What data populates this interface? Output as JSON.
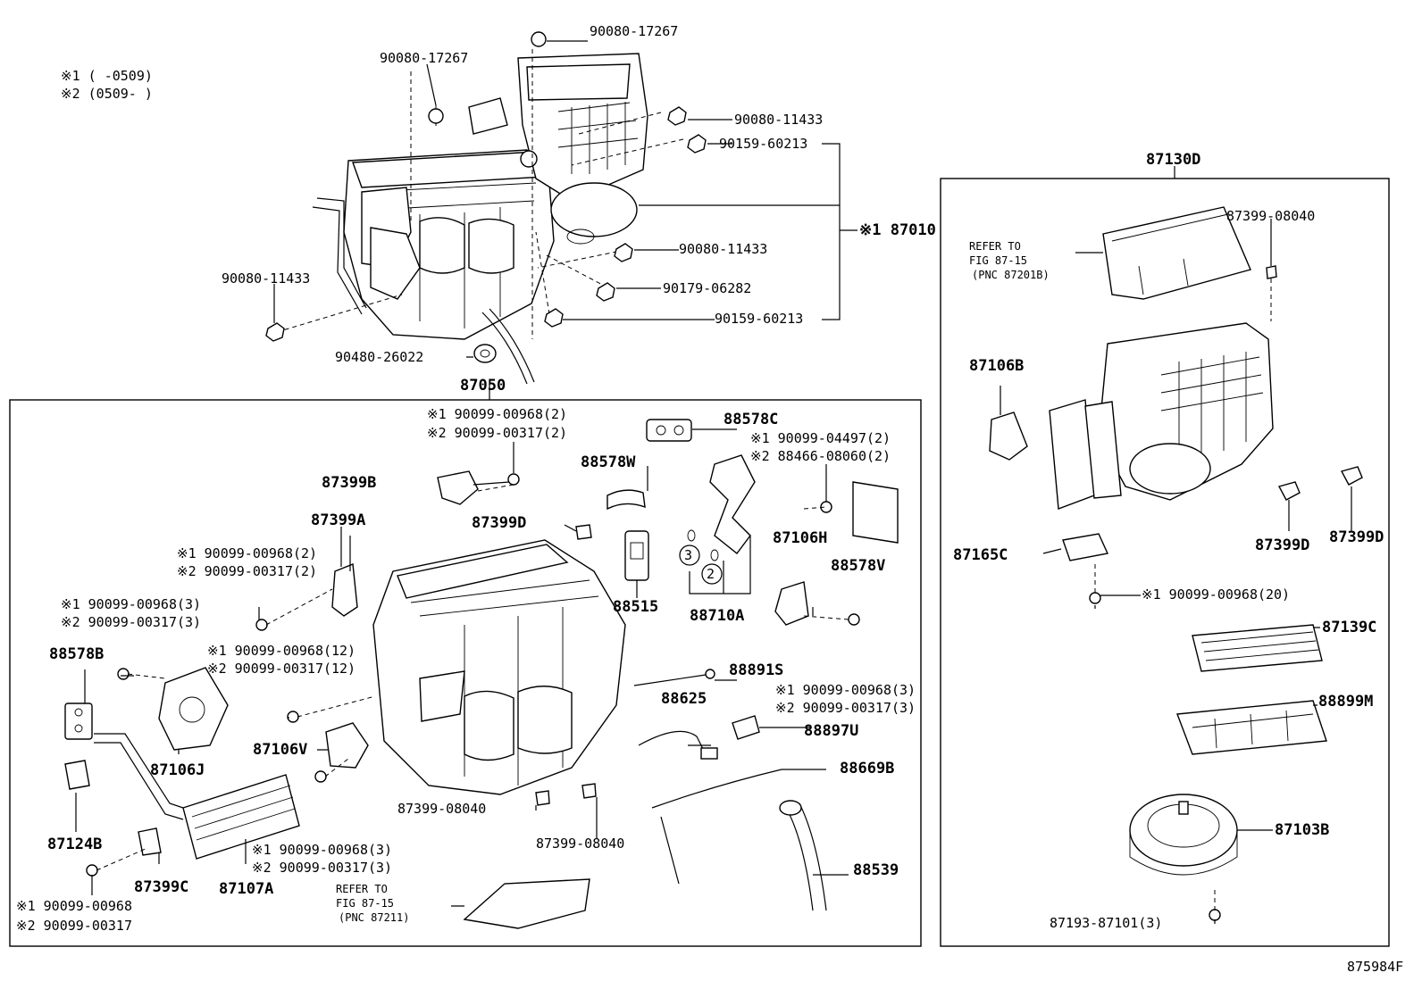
{
  "notes": {
    "note1": "※1 (     -0509)",
    "note2": "※2 (0509-      )"
  },
  "figure_code": "875984F",
  "labels": {
    "top_screw_a": "90080-17267",
    "top_screw_b": "90080-17267",
    "top_screw_c": "90080-11433",
    "top_screw_d": "90159-60213",
    "assembly": "※1 87010",
    "top_screw_e": "90080-11433",
    "top_screw_f": "90179-06282",
    "top_screw_g": "90159-60213",
    "left_screw": "90080-11433",
    "grommet": "90480-26022",
    "case_unit": "87050",
    "blower_unit": "87130D",
    "c_screw_1a": "※1 90099-00968(2)",
    "c_screw_1b": "※2 90099-00317(2)",
    "p_88578C": "88578C",
    "c_screw_2a": "※1 90099-04497(2)",
    "c_screw_2b": "※2 88466-08060(2)",
    "p_87399B": "87399B",
    "p_88578W": "88578W",
    "p_87399A": "87399A",
    "p_87399D_c": "87399D",
    "c_screw_3a": "※1 90099-00968(2)",
    "c_screw_3b": "※2 90099-00317(2)",
    "p_87106H": "87106H",
    "p_88578V": "88578V",
    "c_screw_4a": "※1 90099-00968(3)",
    "c_screw_4b": "※2 90099-00317(3)",
    "p_88515": "88515",
    "p_88710A": "88710A",
    "circle_3": "3",
    "circle_2": "2",
    "p_88578B": "88578B",
    "c_screw_5a": "※1 90099-00968(12)",
    "c_screw_5b": "※2 90099-00317(12)",
    "p_88891S": "88891S",
    "c_screw_6a": "※1 90099-00968(3)",
    "c_screw_6b": "※2 90099-00317(3)",
    "p_88625": "88625",
    "p_88897U": "88897U",
    "p_87106J": "87106J",
    "p_87106V": "87106V",
    "p_88669B": "88669B",
    "p_87399_08040_a": "87399-08040",
    "p_87399_08040_b": "87399-08040",
    "p_87124B": "87124B",
    "c_screw_7a": "※1 90099-00968(3)",
    "c_screw_7b": "※2 90099-00317(3)",
    "p_87399C": "87399C",
    "p_87107A": "87107A",
    "p_88539": "88539",
    "c_screw_8a": "※1 90099-00968",
    "c_screw_8b": "※2 90099-00317",
    "refer_c_1": "REFER TO",
    "refer_c_2": "FIG 87-15",
    "refer_c_3": "(PNC 87211)",
    "refer_r_1": "REFER TO",
    "refer_r_2": "FIG 87-15",
    "refer_r_3": "(PNC 87201B)",
    "r_87399_08040": "87399-08040",
    "r_87106B": "87106B",
    "r_87399D_1": "87399D",
    "r_87399D_2": "87399D",
    "r_87165C": "87165C",
    "r_screw": "※1 90099-00968(20)",
    "r_87139C": "87139C",
    "r_88899M": "88899M",
    "r_87103B": "87103B",
    "r_87193": "87193-87101(3)"
  }
}
